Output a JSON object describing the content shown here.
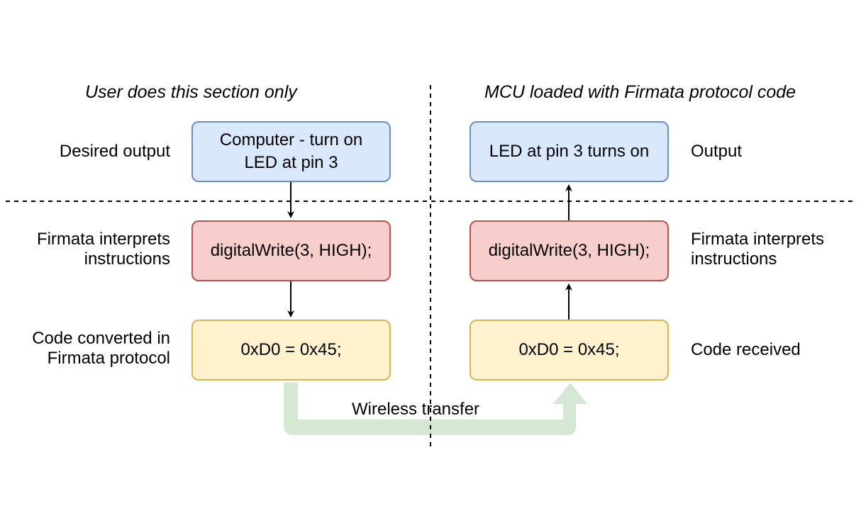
{
  "headers": {
    "left": "User does this section only",
    "right": "MCU loaded with Firmata protocol code"
  },
  "left": {
    "labels": {
      "desired_output": "Desired output",
      "interprets": [
        "Firmata interprets",
        "instructions"
      ],
      "converted": [
        "Code converted in",
        "Firmata protocol"
      ]
    },
    "boxes": {
      "computer": [
        "Computer - turn on",
        "LED at pin 3"
      ],
      "digital_write": "digitalWrite(3, HIGH);",
      "hex_code": "0xD0 = 0x45;"
    }
  },
  "right": {
    "labels": {
      "output": "Output",
      "interprets": [
        "Firmata interprets",
        "instructions"
      ],
      "received": "Code received"
    },
    "boxes": {
      "led": "LED at pin 3 turns on",
      "digital_write": "digitalWrite(3, HIGH);",
      "hex_code": "0xD0 = 0x45;"
    }
  },
  "transfer": {
    "label": "Wireless transfer"
  },
  "colors": {
    "blue_fill": "#dae8fc",
    "blue_stroke": "#6c8ebf",
    "red_fill": "#f8cecc",
    "red_stroke": "#b85450",
    "yellow_fill": "#fff2cc",
    "yellow_stroke": "#d6b656",
    "transfer_arrow": "#d5e8d4"
  }
}
